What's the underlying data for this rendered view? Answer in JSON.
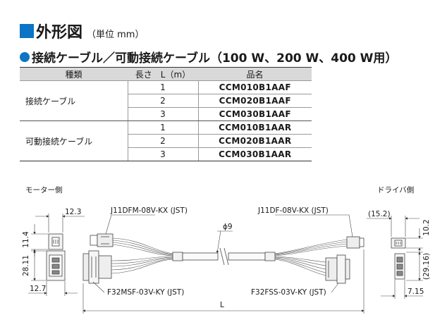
{
  "title": {
    "main": "外形図",
    "unit": "（単位 mm）"
  },
  "subtitle": "接続ケーブル／可動接続ケーブル（100 W、200 W、400 W用）",
  "table": {
    "headers": [
      "種類",
      "長さ　L（m）",
      "品名"
    ],
    "groups": [
      {
        "type": "接続ケーブル",
        "rows": [
          {
            "length": "1",
            "model": "CCM010B1AAF"
          },
          {
            "length": "2",
            "model": "CCM020B1AAF"
          },
          {
            "length": "3",
            "model": "CCM030B1AAF"
          }
        ]
      },
      {
        "type": "可動接続ケーブル",
        "rows": [
          {
            "length": "1",
            "model": "CCM010B1AAR"
          },
          {
            "length": "2",
            "model": "CCM020B1AAR"
          },
          {
            "length": "3",
            "model": "CCM030B1AAR"
          }
        ]
      }
    ]
  },
  "diagram": {
    "motor_side": "モーター側",
    "driver_side": "ドライバ側",
    "label_j11dfm": "J11DFM-08V-KX (JST)",
    "label_j11df": "J11DF-08V-KX (JST)",
    "label_f32msf": "F32MSF-03V-KY (JST)",
    "label_f32fss": "F32FSS-03V-KY (JST)",
    "diameter": "ϕ9",
    "length": "L",
    "dim_12_3": "12.3",
    "dim_11_4": "11.4",
    "dim_28_11": "28.11",
    "dim_12_7": "12.7",
    "dim_15_2": "(15.2)",
    "dim_10_2": "10.2",
    "dim_29_16": "(29.16)",
    "dim_7_15": "7.15"
  }
}
